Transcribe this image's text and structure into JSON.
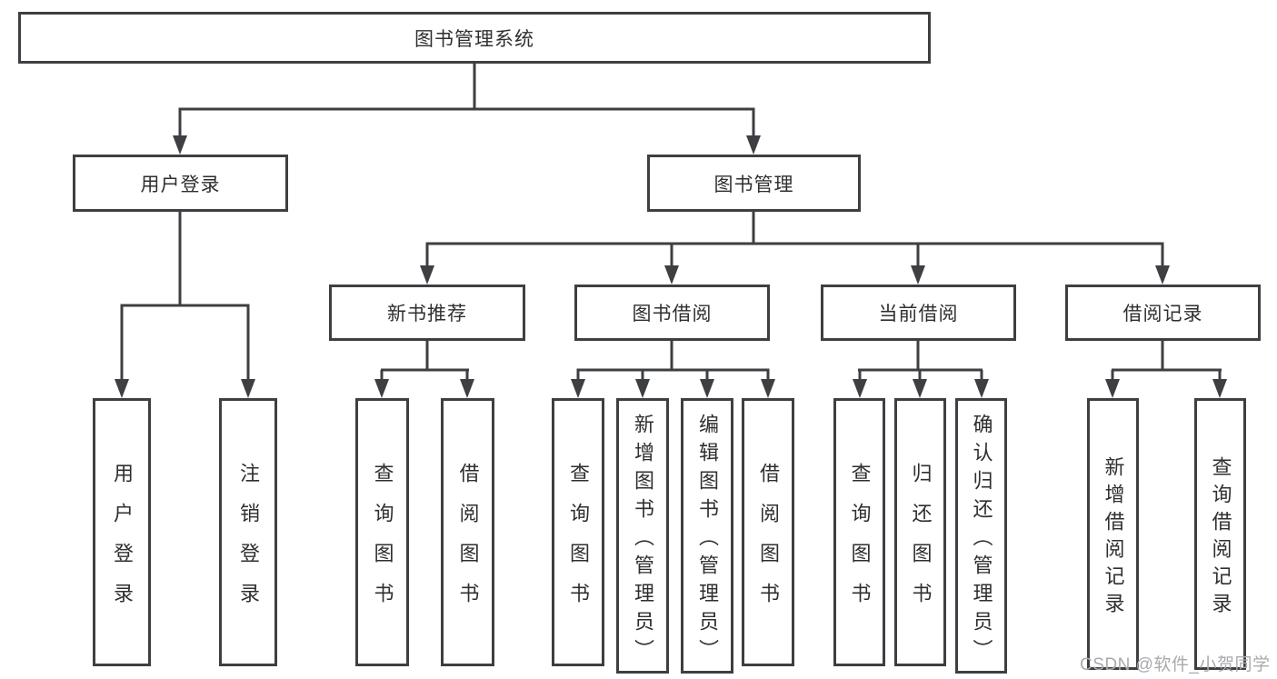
{
  "root": {
    "label": "图书管理系统"
  },
  "level2": {
    "user_login": {
      "label": "用户登录"
    },
    "book_management": {
      "label": "图书管理"
    }
  },
  "level3": {
    "new_book_recommend": {
      "label": "新书推荐"
    },
    "book_borrow": {
      "label": "图书借阅"
    },
    "current_borrow": {
      "label": "当前借阅"
    },
    "borrow_record": {
      "label": "借阅记录"
    }
  },
  "leaves": {
    "user_login": {
      "label": "用户登录"
    },
    "logout": {
      "label": "注销登录"
    },
    "recommend_query_book": {
      "label": "查询图书"
    },
    "recommend_borrow_book": {
      "label": "借阅图书"
    },
    "borrow_query_book": {
      "label": "查询图书"
    },
    "add_book_admin": {
      "label": "新增图书（管理员）"
    },
    "edit_book_admin": {
      "label": "编辑图书（管理员）"
    },
    "borrow_borrow_book": {
      "label": "借阅图书"
    },
    "current_query_book": {
      "label": "查询图书"
    },
    "return_book": {
      "label": "归还图书"
    },
    "confirm_return_admin": {
      "label": "确认归还（管理员）"
    },
    "add_borrow_record": {
      "label": "新增借阅记录"
    },
    "query_borrow_record": {
      "label": "查询借阅记录"
    }
  },
  "watermark": {
    "text": "CSDN @软件_小贺同学"
  },
  "colors": {
    "line": "#3e3f42",
    "text": "#2e2f31",
    "watermark": "#a9aaac",
    "background": "#ffffff"
  }
}
